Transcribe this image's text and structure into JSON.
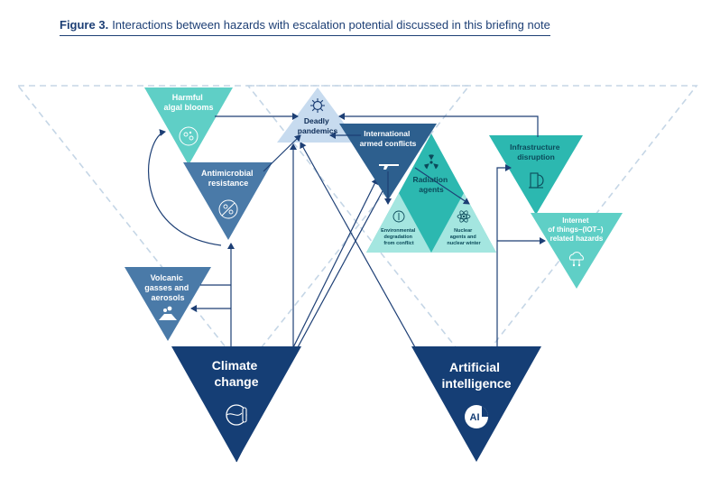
{
  "caption": {
    "figure_label": "Figure 3.",
    "text": "Interactions between hazards with escalation potential discussed in this briefing note"
  },
  "nodes": {
    "harmful_algal_blooms": [
      "Harmful",
      "algal blooms"
    ],
    "antimicrobial_resistance": [
      "Antimicrobial",
      "resistance"
    ],
    "volcanic": [
      "Volcanic",
      "gasses and",
      "aerosols"
    ],
    "climate_change": [
      "Climate",
      "change"
    ],
    "deadly_pandemics": [
      "Deadly",
      "pandemics"
    ],
    "international_armed_conflicts": [
      "International",
      "armed conflicts"
    ],
    "radiation_agents": [
      "Radiation",
      "agents"
    ],
    "environmental_degradation": [
      "Environmental",
      "degradation",
      "from conflict"
    ],
    "nuclear_agents": [
      "Nuclear",
      "agents and",
      "nuclear winter"
    ],
    "infrastructure_disruption": [
      "Infrastructure",
      "disruption"
    ],
    "internet_of_things": [
      "Internet",
      "of things–(IOT–)",
      "related hazards"
    ],
    "artificial_intelligence": [
      "Artificial",
      "intelligence"
    ],
    "ai_badge": "AI"
  },
  "colors": {
    "navy": "#153e75",
    "mid_blue": "#4a7aa8",
    "light_teal": "#5fcfc6",
    "teal": "#2cb8b0",
    "pale_blue": "#c7dbef",
    "arrow": "#1d3f75",
    "dashed": "#c5d6e6"
  }
}
